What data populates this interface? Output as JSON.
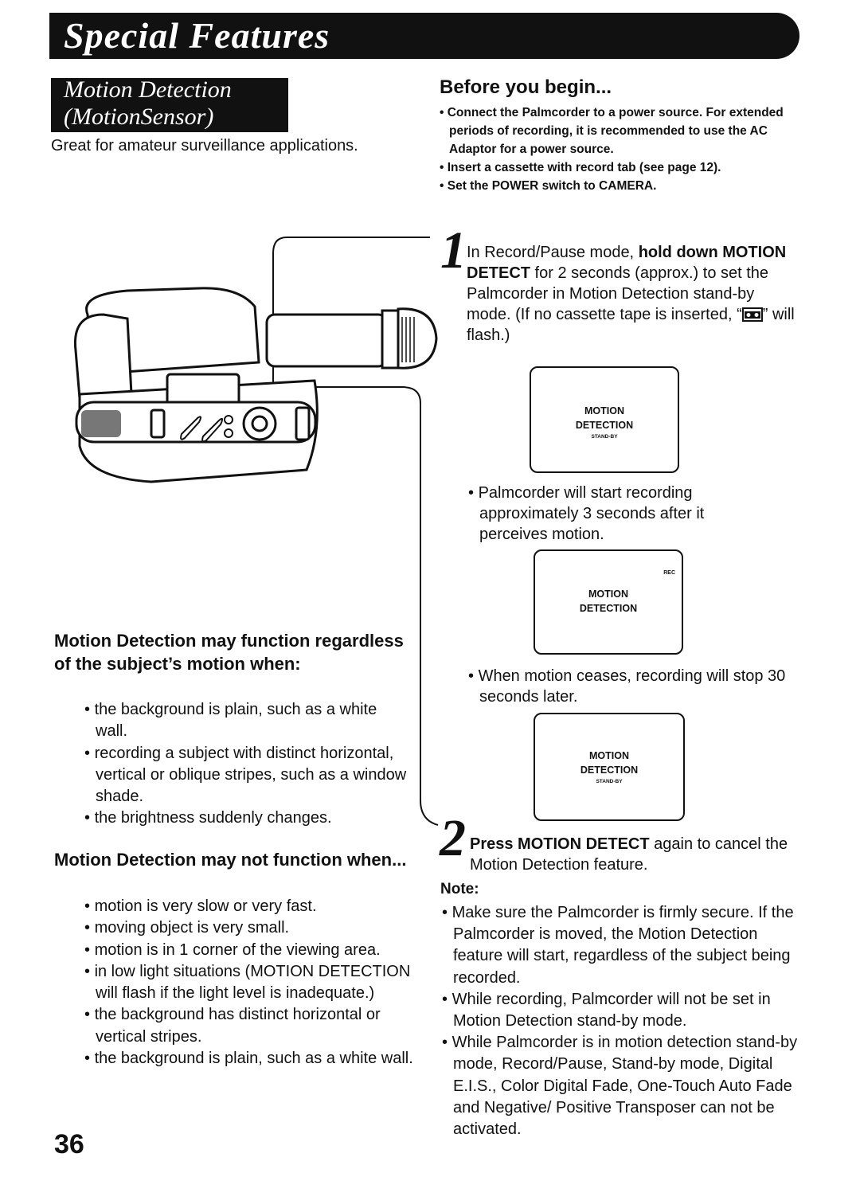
{
  "banner": {
    "title": "Special Features"
  },
  "section": {
    "title_line1": "Motion Detection",
    "title_line2": "(MotionSensor)",
    "intro": "Great for amateur surveillance applications."
  },
  "before_begin": {
    "title": "Before you begin...",
    "items": [
      "Connect the Palmcorder to a power source. For extended periods of recording, it is recommended to use the AC Adaptor for a power source.",
      "Insert a cassette with record tab (see page 12).",
      "Set the POWER switch to CAMERA."
    ]
  },
  "step1": {
    "number": "1",
    "pre": "In Record/Pause mode, ",
    "bold1": "hold down MOTION DETECT",
    "mid": " for 2 seconds (approx.) to set the Palmcorder in Motion Detection stand-by mode. (If no cassette tape is inserted, “",
    "icon": "cassette-icon",
    "post": "” will flash.)"
  },
  "screen1": {
    "line1": "MOTION",
    "line2": "DETECTION",
    "line3": "STAND-BY"
  },
  "bullet_start": "Palmcorder will start recording approximately 3 seconds after it perceives motion.",
  "screen2": {
    "rec": "REC",
    "line1": "MOTION",
    "line2": "DETECTION"
  },
  "bullet_cease": "When motion ceases, recording will stop 30 seconds later.",
  "screen3": {
    "line1": "MOTION",
    "line2": "DETECTION",
    "line3": "STAND-BY"
  },
  "step2": {
    "number": "2",
    "bold": "Press MOTION DETECT",
    "rest": " again to cancel the Motion Detection feature."
  },
  "note": {
    "title": "Note:",
    "items": [
      "Make sure the Palmcorder is firmly secure. If the Palmcorder is moved, the Motion Detection feature will start, regardless of the subject being recorded.",
      "While recording, Palmcorder will not be set in Motion Detection stand-by mode.",
      "While Palmcorder is in motion detection stand-by mode, Record/Pause, Stand-by mode, Digital E.I.S., Color Digital Fade, One-Touch Auto Fade and Negative/ Positive Transposer can not be activated."
    ]
  },
  "may_function": {
    "title": "Motion Detection may function regardless of the subject’s motion when:",
    "items": [
      "the background is plain, such as a white wall.",
      "recording a subject with distinct horizontal, vertical or oblique stripes, such as a window shade.",
      "the brightness suddenly changes."
    ]
  },
  "may_not_function": {
    "title": "Motion Detection may not function when...",
    "items": [
      "motion is very slow or very fast.",
      "moving object is very small.",
      "motion is in 1 corner of the viewing area.",
      "in low light situations (MOTION DETECTION will flash if the light level is inadequate.)",
      "the background has distinct horizontal or vertical stripes.",
      "the background is plain, such as a white wall."
    ]
  },
  "page_number": "36"
}
